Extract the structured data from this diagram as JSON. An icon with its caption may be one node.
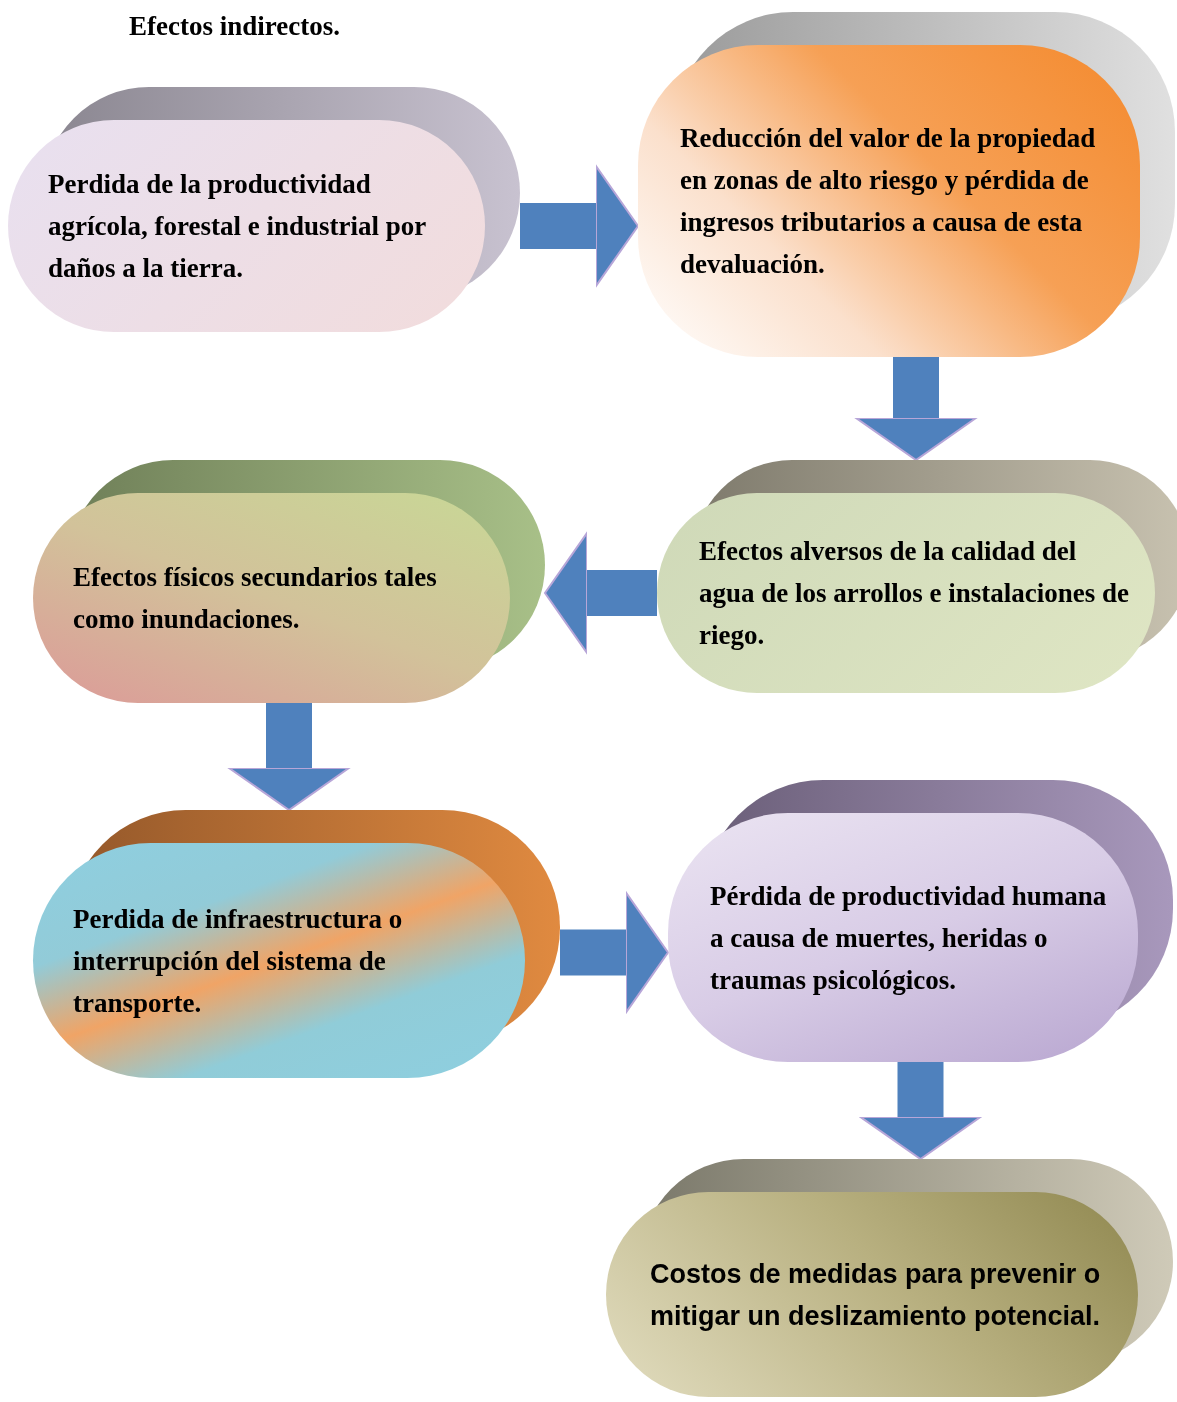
{
  "diagram": {
    "title": "Efectos indirectos.",
    "nodes": [
      {
        "text": [
          "Perdida de la productividad agrícola, forestal e industrial por daños a la tierra."
        ]
      },
      {
        "text": [
          "Reducción del valor de la propiedad en zonas de alto riesgo y pérdida de ingresos tributarios a causa de esta devaluación."
        ]
      },
      {
        "text": [
          "Efectos alversos de la calidad del agua de los arrollos e instalaciones de riego."
        ]
      },
      {
        "text": [
          "Efectos físicos secundarios tales como inundaciones."
        ]
      },
      {
        "text": [
          "Perdida de infraestructura o interrupción del sistema de transporte."
        ]
      },
      {
        "text": [
          "Pérdida de productividad humana a causa de muertes, heridas o traumas psicológicos."
        ]
      },
      {
        "text": [
          "Costos de medidas para prevenir o mitigar un deslizamiento potencial."
        ]
      }
    ],
    "edges": [
      {
        "from": 0,
        "to": 1,
        "arrow": "to"
      },
      {
        "from": 1,
        "to": 2,
        "arrow": "to"
      },
      {
        "from": 2,
        "to": 3,
        "arrow": "to"
      },
      {
        "from": 3,
        "to": 4,
        "arrow": "to"
      },
      {
        "from": 4,
        "to": 5,
        "arrow": "to"
      },
      {
        "from": 5,
        "to": 6,
        "arrow": "to"
      }
    ]
  }
}
